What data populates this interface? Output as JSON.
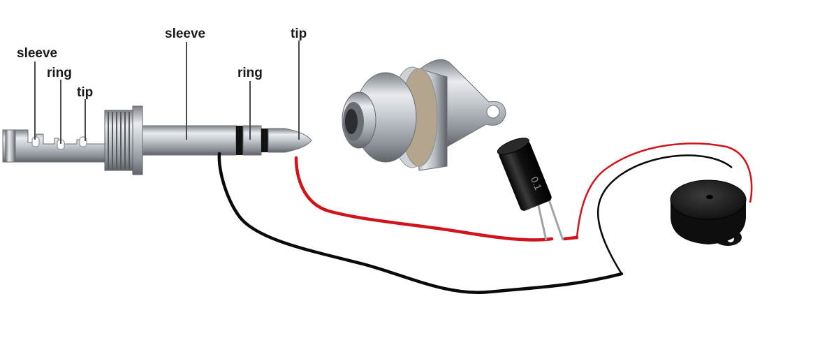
{
  "labels": {
    "jack_sleeve": "sleeve",
    "jack_ring": "ring",
    "jack_tip": "tip",
    "plug_sleeve": "sleeve",
    "plug_ring": "ring",
    "plug_tip": "tip"
  },
  "capacitor_marking": "0.1",
  "colors": {
    "red_wire": "#d0141b",
    "black_wire": "#0a0a0a",
    "metal": "#b9bec4",
    "buzzer": "#151515"
  },
  "components": [
    "stereo-jack-cutaway",
    "stereo-plug",
    "panel-jack",
    "electrolytic-capacitor",
    "piezo-buzzer"
  ]
}
